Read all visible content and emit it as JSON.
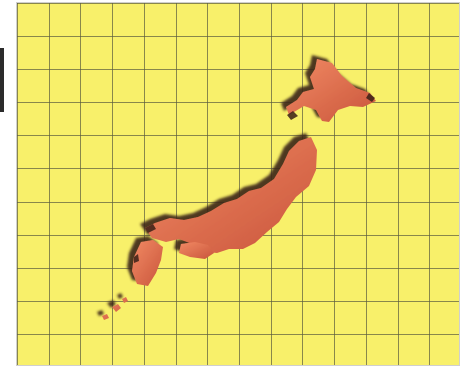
{
  "map": {
    "name": "japan-map",
    "colors": {
      "sea": "#f8f06a",
      "grid": "#5b5b3f",
      "land_light": "#f28a64",
      "land_dark": "#c9553b",
      "shadow": "#3a2016"
    },
    "grid": {
      "cols": 14,
      "rows": 11
    },
    "regions": [
      {
        "name": "hokkaido"
      },
      {
        "name": "honshu"
      },
      {
        "name": "shikoku"
      },
      {
        "name": "kyushu"
      },
      {
        "name": "okinawa-islands"
      }
    ]
  }
}
